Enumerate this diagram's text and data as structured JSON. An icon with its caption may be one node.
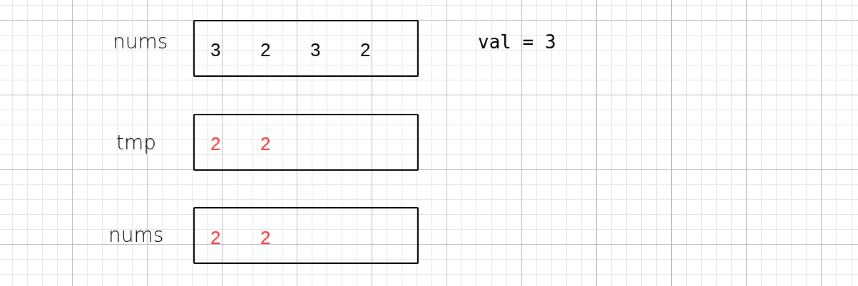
{
  "diagram": {
    "nodes": [
      {
        "text": [
          "3",
          "2",
          "3",
          "2"
        ],
        "beside": [
          "nums"
        ]
      },
      {
        "text": [
          "2",
          "2"
        ],
        "beside": [
          "tmp"
        ]
      },
      {
        "text": [
          "2",
          "2"
        ],
        "beside": [
          "nums"
        ]
      }
    ],
    "labels": [
      "val = 3"
    ]
  }
}
